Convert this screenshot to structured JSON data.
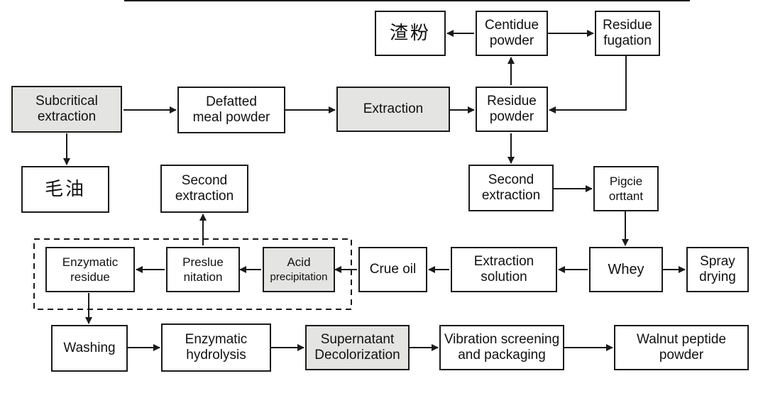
{
  "nodes": {
    "zhafen": "渣粉",
    "centidue_powder": [
      "Centidue",
      "powder"
    ],
    "residue_fugation": [
      "Residue",
      "fugation"
    ],
    "subcritical_extraction": [
      "Subcritical",
      "extraction"
    ],
    "defatted_meal_powder": [
      "Defatted",
      "meal powder"
    ],
    "extraction": "Extraction",
    "residue_powder": [
      "Residue",
      "powder"
    ],
    "maoyou": "毛油",
    "second_extraction_left": [
      "Second",
      "extraction"
    ],
    "second_extraction_right": [
      "Second",
      "extraction"
    ],
    "pigcie_orttant": [
      "Pigcie",
      "orttant"
    ],
    "enzymatic_residue": [
      "Enzymatic",
      "residue"
    ],
    "preslue_nitation": [
      "Preslue",
      "nitation"
    ],
    "acid_precipitation": [
      "Acid",
      "precipitation"
    ],
    "crue_oil": "Crue oil",
    "extraction_solution": [
      "Extraction",
      "solution"
    ],
    "whey": "Whey",
    "spray_drying": [
      "Spray",
      "drying"
    ],
    "washing": "Washing",
    "enzymatic_hydrolysis": [
      "Enzymatic",
      "hydrolysis"
    ],
    "supernatant_decolorization": [
      "Supernatant",
      "Decolorization"
    ],
    "vibration_screening": [
      "Vibration screening",
      "and packaging"
    ],
    "walnut_peptide_powder": [
      "Walnut peptide",
      "powder"
    ]
  },
  "colors": {
    "stroke": "#1a1a1a",
    "highlight_fill": "#e4e4e2",
    "box_fill": "#ffffff"
  }
}
